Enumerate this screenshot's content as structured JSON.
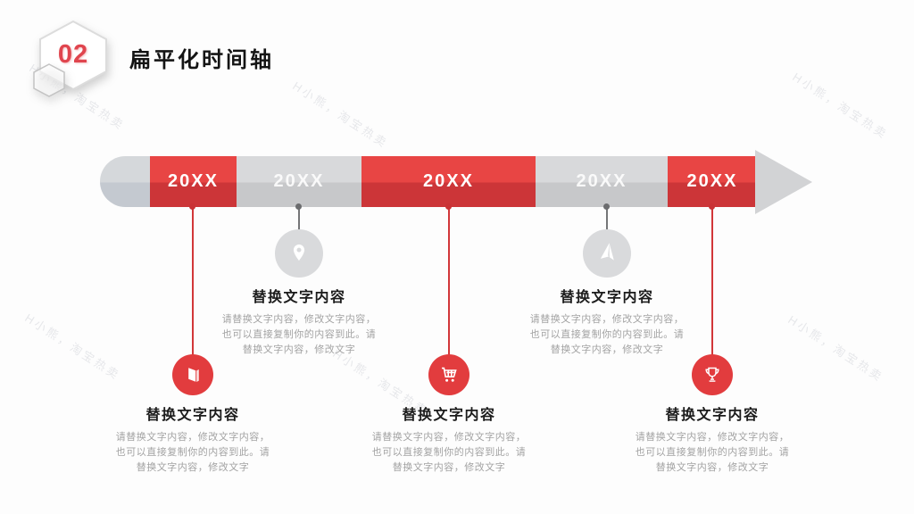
{
  "slide": {
    "badge_number": "02",
    "title": "扁平化时间轴"
  },
  "watermark": {
    "text": "H小熊，淘宝热卖"
  },
  "timeline": {
    "type": "horizontal-arrow-timeline",
    "segments": [
      {
        "label": "20XX",
        "style": "red"
      },
      {
        "label": "20XX",
        "style": "gray"
      },
      {
        "label": "20XX",
        "style": "red"
      },
      {
        "label": "20XX",
        "style": "gray"
      },
      {
        "label": "20XX",
        "style": "red"
      }
    ]
  },
  "items": [
    {
      "icon": "book-icon",
      "accent": "red",
      "position": "bottom",
      "heading": "替换文字内容",
      "body": "请替换文字内容，修改文字内容，也可以直接复制你的内容到此。请替换文字内容，修改文字"
    },
    {
      "icon": "location-pin-icon",
      "accent": "gray",
      "position": "top",
      "heading": "替换文字内容",
      "body": "请替换文字内容，修改文字内容，也可以直接复制你的内容到此。请替换文字内容，修改文字"
    },
    {
      "icon": "shopping-cart-icon",
      "accent": "red",
      "position": "bottom",
      "heading": "替换文字内容",
      "body": "请替换文字内容，修改文字内容，也可以直接复制你的内容到此。请替换文字内容，修改文字"
    },
    {
      "icon": "paper-plane-icon",
      "accent": "gray",
      "position": "top",
      "heading": "替换文字内容",
      "body": "请替换文字内容，修改文字内容，也可以直接复制你的内容到此。请替换文字内容，修改文字"
    },
    {
      "icon": "trophy-icon",
      "accent": "red",
      "position": "bottom",
      "heading": "替换文字内容",
      "body": "请替换文字内容，修改文字内容，也可以直接复制你的内容到此。请替换文字内容，修改文字"
    }
  ],
  "colors": {
    "red": "#E23C3E",
    "red_dark": "#CC3538",
    "gray": "#D8D9DB",
    "gray_dark": "#C7C8CA",
    "badge_number": "#E0454E",
    "heading_text": "#1C1C1C",
    "body_text": "#A3A3A3"
  }
}
